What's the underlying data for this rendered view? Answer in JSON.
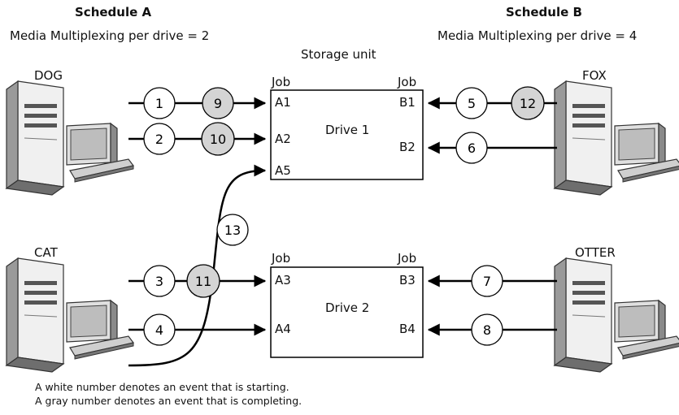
{
  "schedule_a": {
    "title": "Schedule A",
    "subtitle": "Media Multiplexing per drive = 2"
  },
  "schedule_b": {
    "title": "Schedule B",
    "subtitle": "Media Multiplexing per drive = 4"
  },
  "storage_unit_label": "Storage unit",
  "hosts": {
    "dog": "DOG",
    "cat": "CAT",
    "fox": "FOX",
    "otter": "OTTER"
  },
  "drive1": {
    "label": "Drive 1",
    "job_left": "Job",
    "job_right": "Job",
    "slots": [
      "A1",
      "A2",
      "A5",
      "B1",
      "B2"
    ]
  },
  "drive2": {
    "label": "Drive 2",
    "job_left": "Job",
    "job_right": "Job",
    "slots": [
      "A3",
      "A4",
      "B3",
      "B4"
    ]
  },
  "events": [
    {
      "num": "1",
      "state": "starting"
    },
    {
      "num": "2",
      "state": "starting"
    },
    {
      "num": "3",
      "state": "starting"
    },
    {
      "num": "4",
      "state": "starting"
    },
    {
      "num": "5",
      "state": "starting"
    },
    {
      "num": "6",
      "state": "starting"
    },
    {
      "num": "7",
      "state": "starting"
    },
    {
      "num": "8",
      "state": "starting"
    },
    {
      "num": "9",
      "state": "completing"
    },
    {
      "num": "10",
      "state": "completing"
    },
    {
      "num": "11",
      "state": "completing"
    },
    {
      "num": "12",
      "state": "completing"
    },
    {
      "num": "13",
      "state": "starting"
    }
  ],
  "legend": {
    "white": "A white number denotes an event that is starting.",
    "gray": "A gray number denotes an event that is completing."
  },
  "colors": {
    "completing_fill": "#d4d4d4",
    "starting_fill": "#ffffff",
    "case_light": "#f2f2f2",
    "case_mid": "#c9c9c9",
    "case_dark": "#8a8a8a"
  }
}
